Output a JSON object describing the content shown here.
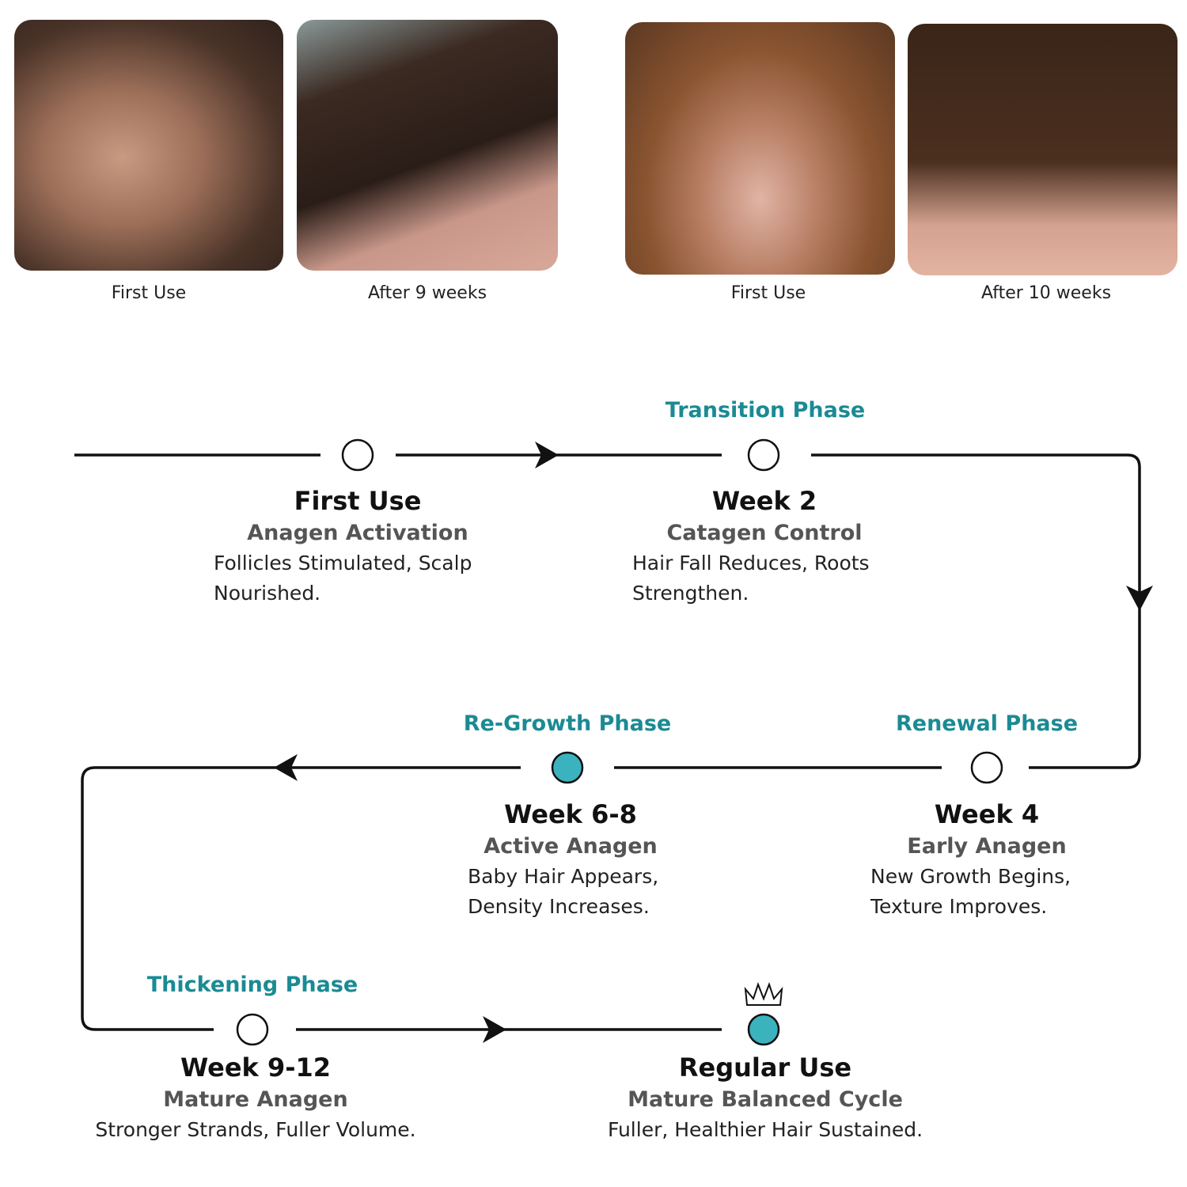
{
  "photos": [
    {
      "caption": "First Use"
    },
    {
      "caption": "After 9 weeks"
    },
    {
      "caption": "First Use"
    },
    {
      "caption": "After 10 weeks"
    }
  ],
  "colors": {
    "teal_text": "#1b8a94",
    "teal_fill": "#3ab3bf",
    "line": "#111111"
  },
  "timeline": {
    "phases": {
      "transition": "Transition Phase",
      "regrowth": "Re-Growth Phase",
      "renewal": "Renewal Phase",
      "thickening": "Thickening Phase"
    },
    "steps": [
      {
        "title": "First Use",
        "subtitle": "Anagen Activation",
        "desc": [
          "Follicles Stimulated, Scalp",
          "Nourished."
        ]
      },
      {
        "title": "Week 2",
        "subtitle": "Catagen Control",
        "desc": [
          "Hair Fall Reduces, Roots",
          "Strengthen."
        ]
      },
      {
        "title": "Week 4",
        "subtitle": "Early Anagen",
        "desc": [
          "New Growth Begins,",
          "Texture Improves."
        ]
      },
      {
        "title": "Week 6-8",
        "subtitle": "Active Anagen",
        "desc": [
          "Baby Hair Appears,",
          "Density Increases."
        ]
      },
      {
        "title": "Week 9-12",
        "subtitle": "Mature Anagen",
        "desc": [
          "Stronger Strands, Fuller Volume."
        ]
      },
      {
        "title": "Regular Use",
        "subtitle": "Mature Balanced Cycle",
        "desc": [
          "Fuller, Healthier Hair Sustained."
        ]
      }
    ]
  }
}
